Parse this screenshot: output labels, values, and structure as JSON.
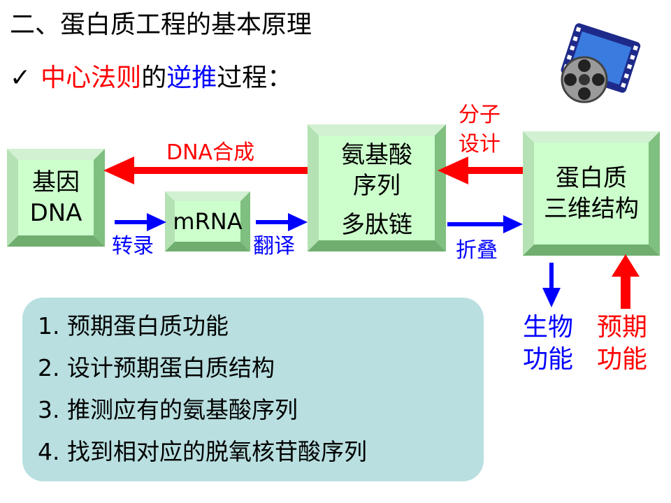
{
  "title": "二、蛋白质工程的基本原理",
  "subtitle": {
    "check": "✓",
    "part1": "中心法则",
    "part2": "的",
    "part3": "逆推",
    "part4": "过程："
  },
  "boxes": {
    "gene": {
      "line1": "基因",
      "line2": "DNA"
    },
    "mrna": {
      "label": "mRNA"
    },
    "amino": {
      "line1": "氨基酸",
      "line2": "序列",
      "line3": "多肽链"
    },
    "protein": {
      "line1": "蛋白质",
      "line2": "三维结构"
    }
  },
  "arrow_labels": {
    "dna_synthesis": "DNA合成",
    "molecular_design_1": "分子",
    "molecular_design_2": "设计",
    "transcription": "转录",
    "translation": "翻译",
    "folding": "折叠"
  },
  "steps": [
    "1. 预期蛋白质功能",
    "2. 设计预期蛋白质结构",
    "3. 推测应有的氨基酸序列",
    "4. 找到相对应的脱氧核苷酸序列"
  ],
  "functions": {
    "biological": {
      "line1": "生物",
      "line2": "功能"
    },
    "expected": {
      "line1": "预期",
      "line2": "功能"
    }
  },
  "colors": {
    "red": "#ff0000",
    "blue": "#0000ff",
    "box_face": "#ccffcc",
    "box_bevel": "#8fce8f",
    "info_bg": "#b9dfe0"
  },
  "icons": {
    "film": "film-reel-icon"
  }
}
